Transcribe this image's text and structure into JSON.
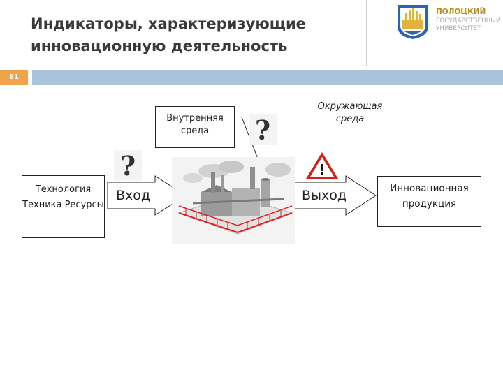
{
  "header": {
    "title": "Индикаторы, характеризующие инновационную деятельность",
    "slide_number": "81"
  },
  "logo": {
    "name": "ПОЛОЦКИЙ",
    "subtitle": "ГОСУДАРСТВЕННЫЙ УНИВЕРСИТЕТ"
  },
  "diagram": {
    "inner_env": "Внутренняя среда",
    "outer_env": "Окружающая среда",
    "resources": "Технология Техника Ресурсы",
    "input": "Вход",
    "output": "Выход",
    "product": "Инновационная продукция",
    "question_mark": "?",
    "warning_mark": "!"
  },
  "colors": {
    "number_bar": "#f0a34a",
    "accent_bar": "#a9c3dd",
    "logo_blue": "#2f62b1",
    "logo_gold": "#c08a14",
    "warning_red": "#d81f18",
    "fence_red": "#e02020"
  }
}
